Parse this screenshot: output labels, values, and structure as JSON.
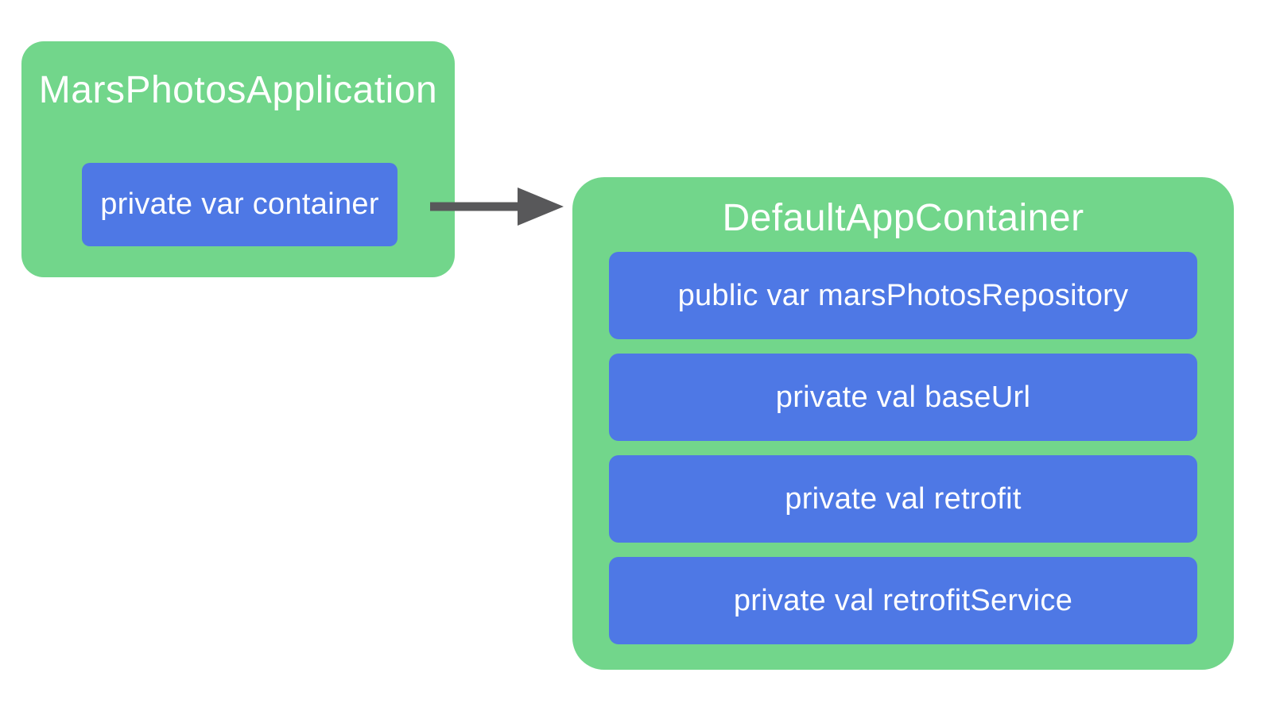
{
  "diagram": {
    "left_box": {
      "title": "MarsPhotosApplication",
      "fields": [
        {
          "label": "private var container"
        }
      ]
    },
    "arrow": {
      "name": "dependency-arrow",
      "direction": "right"
    },
    "right_box": {
      "title": "DefaultAppContainer",
      "fields": [
        {
          "label": "public var marsPhotosRepository"
        },
        {
          "label": "private val baseUrl"
        },
        {
          "label": "private val retrofit"
        },
        {
          "label": "private val retrofitService"
        }
      ]
    },
    "colors": {
      "box_green": "#72D68B",
      "chip_blue": "#4E78E5",
      "arrow_gray": "#58585A",
      "text_white": "#FFFFFF",
      "background": "#FFFFFF"
    }
  }
}
